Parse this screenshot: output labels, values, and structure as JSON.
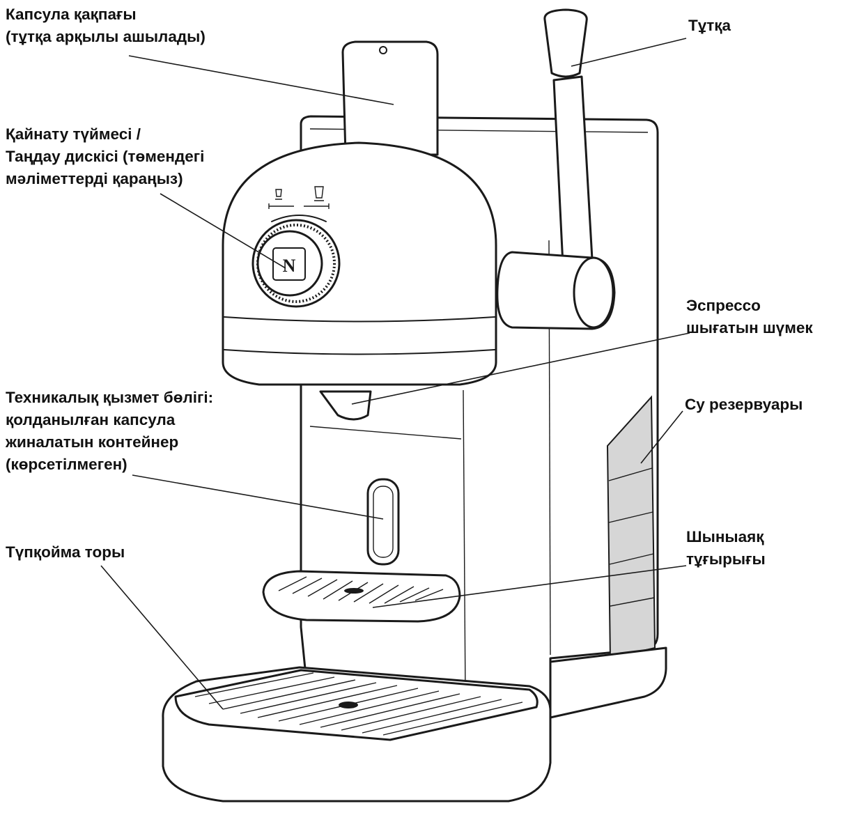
{
  "labels": {
    "capsule_lid": [
      "Капсула қақпағы",
      "(тұтқа арқылы ашылады)"
    ],
    "handle": [
      "Тұтқа"
    ],
    "brew_button": [
      "Қайнату түймесі /",
      "Таңдау дискісі (төмендегі",
      "мәліметтерді қараңыз)"
    ],
    "espresso_spout": [
      "Эспрессо",
      "шығатын шүмек"
    ],
    "service_part": [
      "Техникалық қызмет бөлігі:",
      "қолданылған капсула",
      "жиналатын контейнер",
      "(көрсетілмеген)"
    ],
    "water_tank": [
      "Су резервуары"
    ],
    "drip_tray_grid": [
      "Түпқойма торы"
    ],
    "cup_stand": [
      "Шыныаяқ",
      "тұғырығы"
    ]
  },
  "logo_text": "N",
  "colors": {
    "outline": "#1a1a1a",
    "text": "#111111",
    "tank_fill": "#d6d6d6",
    "background": "#ffffff"
  }
}
